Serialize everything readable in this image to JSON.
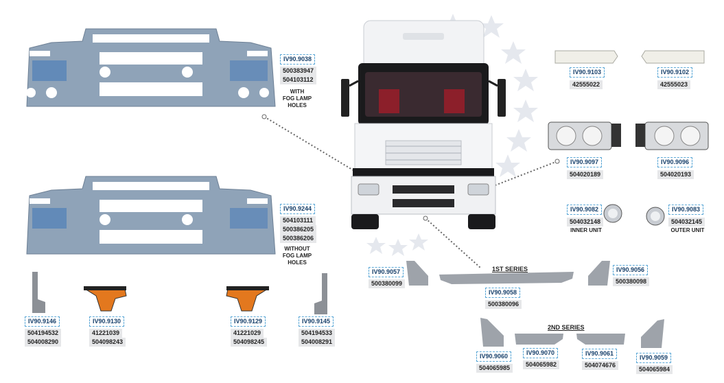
{
  "parts": [
    {
      "id": "bumper-fog",
      "code": "IV90.9038",
      "numbers": [
        "500383947",
        "504103112"
      ],
      "note": [
        "WITH",
        "FOG LAMP",
        "HOLES"
      ]
    },
    {
      "id": "bumper-nofog",
      "code": "IV90.9244",
      "numbers": [
        "504103111",
        "500386205",
        "500386206"
      ],
      "note": [
        "WITHOUT",
        "FOG LAMP",
        "HOLES"
      ]
    },
    {
      "id": "bracket-left",
      "code": "IV90.9146",
      "numbers": [
        "504194532",
        "504008290"
      ]
    },
    {
      "id": "marker-left",
      "code": "IV90.9130",
      "numbers": [
        "41221039",
        "504098243"
      ]
    },
    {
      "id": "marker-right",
      "code": "IV90.9129",
      "numbers": [
        "41221029",
        "504098245"
      ]
    },
    {
      "id": "bracket-right",
      "code": "IV90.9145",
      "numbers": [
        "504194533",
        "504008291"
      ]
    },
    {
      "id": "indicator-left",
      "code": "IV90.9103",
      "numbers": [
        "42555022"
      ]
    },
    {
      "id": "indicator-right",
      "code": "IV90.9102",
      "numbers": [
        "42555023"
      ]
    },
    {
      "id": "headlamp-left",
      "code": "IV90.9097",
      "numbers": [
        "504020189"
      ]
    },
    {
      "id": "headlamp-right",
      "code": "IV90.9096",
      "numbers": [
        "504020193"
      ]
    },
    {
      "id": "foglamp-inner",
      "code": "IV90.9082",
      "numbers": [
        "504032148"
      ],
      "note": [
        "INNER UNIT"
      ]
    },
    {
      "id": "foglamp-outer",
      "code": "IV90.9083",
      "numbers": [
        "504032145"
      ],
      "note": [
        "OUTER UNIT"
      ]
    },
    {
      "id": "corner-1st-left",
      "code": "IV90.9057",
      "numbers": [
        "500380099"
      ]
    },
    {
      "id": "spoiler-1st",
      "code": "IV90.9058",
      "numbers": [
        "500380096"
      ]
    },
    {
      "id": "corner-1st-right",
      "code": "IV90.9056",
      "numbers": [
        "500380098"
      ]
    },
    {
      "id": "corner-2nd-left",
      "code": "IV90.9060",
      "numbers": [
        "504065985"
      ]
    },
    {
      "id": "spoiler-2nd-left",
      "code": "IV90.9070",
      "numbers": [
        "504065982"
      ]
    },
    {
      "id": "spoiler-2nd-right",
      "code": "IV90.9061",
      "numbers": [
        "504074676"
      ]
    },
    {
      "id": "corner-2nd-right",
      "code": "IV90.9059",
      "numbers": [
        "504065984"
      ]
    }
  ],
  "series": {
    "first": "1ST SERIES",
    "second": "2ND SERIES"
  },
  "colors": {
    "code_border": "#5aa7d6",
    "code_text": "#17406b",
    "number_bg": "#e6e7e9",
    "bumper": "#8fa3b8"
  }
}
